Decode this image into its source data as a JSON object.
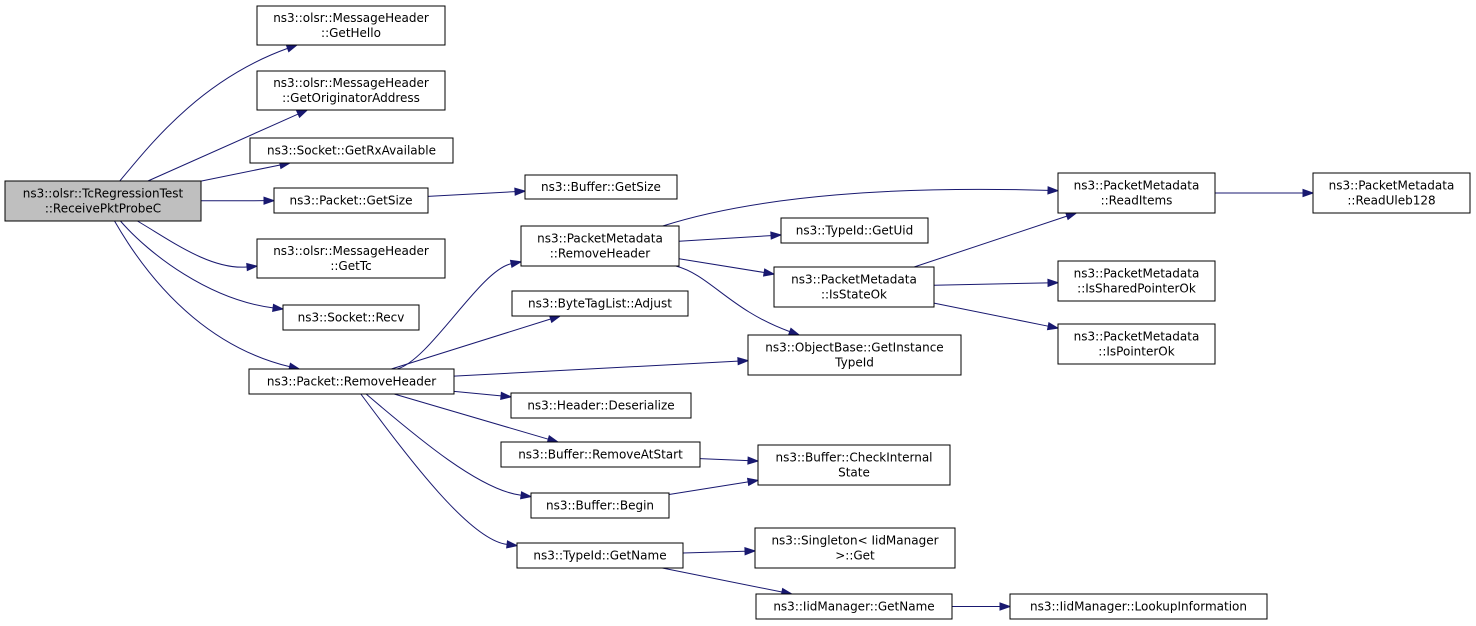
{
  "graph": {
    "nodes": [
      {
        "id": "root",
        "lines": [
          "ns3::olsr::TcRegressionTest",
          "::ReceivePktProbeC"
        ],
        "root": true
      },
      {
        "id": "gethello",
        "lines": [
          "ns3::olsr::MessageHeader",
          "::GetHello"
        ]
      },
      {
        "id": "getorig",
        "lines": [
          "ns3::olsr::MessageHeader",
          "::GetOriginatorAddress"
        ]
      },
      {
        "id": "getrx",
        "lines": [
          "ns3::Socket::GetRxAvailable"
        ]
      },
      {
        "id": "pktsize",
        "lines": [
          "ns3::Packet::GetSize"
        ]
      },
      {
        "id": "gettc",
        "lines": [
          "ns3::olsr::MessageHeader",
          "::GetTc"
        ]
      },
      {
        "id": "recv",
        "lines": [
          "ns3::Socket::Recv"
        ]
      },
      {
        "id": "pktremove",
        "lines": [
          "ns3::Packet::RemoveHeader"
        ]
      },
      {
        "id": "bufsize",
        "lines": [
          "ns3::Buffer::GetSize"
        ]
      },
      {
        "id": "pmremove",
        "lines": [
          "ns3::PacketMetadata",
          "::RemoveHeader"
        ]
      },
      {
        "id": "adjust",
        "lines": [
          "ns3::ByteTagList::Adjust"
        ]
      },
      {
        "id": "deser",
        "lines": [
          "ns3::Header::Deserialize"
        ]
      },
      {
        "id": "rmstart",
        "lines": [
          "ns3::Buffer::RemoveAtStart"
        ]
      },
      {
        "id": "begin",
        "lines": [
          "ns3::Buffer::Begin"
        ]
      },
      {
        "id": "tidname",
        "lines": [
          "ns3::TypeId::GetName"
        ]
      },
      {
        "id": "getuid",
        "lines": [
          "ns3::TypeId::GetUid"
        ]
      },
      {
        "id": "stateok",
        "lines": [
          "ns3::PacketMetadata",
          "::IsStateOk"
        ]
      },
      {
        "id": "instance",
        "lines": [
          "ns3::ObjectBase::GetInstance",
          "TypeId"
        ]
      },
      {
        "id": "checkint",
        "lines": [
          "ns3::Buffer::CheckInternal",
          "State"
        ]
      },
      {
        "id": "singleton",
        "lines": [
          "ns3::Singleton< IidManager",
          ">::Get"
        ]
      },
      {
        "id": "iidname",
        "lines": [
          "ns3::IidManager::GetName"
        ]
      },
      {
        "id": "readitems",
        "lines": [
          "ns3::PacketMetadata",
          "::ReadItems"
        ]
      },
      {
        "id": "shared",
        "lines": [
          "ns3::PacketMetadata",
          "::IsSharedPointerOk"
        ]
      },
      {
        "id": "pointer",
        "lines": [
          "ns3::PacketMetadata",
          "::IsPointerOk"
        ]
      },
      {
        "id": "lookup",
        "lines": [
          "ns3::IidManager::LookupInformation"
        ]
      },
      {
        "id": "uleb",
        "lines": [
          "ns3::PacketMetadata",
          "::ReadUleb128"
        ]
      }
    ],
    "edges": [
      {
        "from": "root",
        "to": "gethello"
      },
      {
        "from": "root",
        "to": "getorig"
      },
      {
        "from": "root",
        "to": "getrx"
      },
      {
        "from": "root",
        "to": "pktsize"
      },
      {
        "from": "root",
        "to": "gettc"
      },
      {
        "from": "root",
        "to": "recv"
      },
      {
        "from": "root",
        "to": "pktremove"
      },
      {
        "from": "pktsize",
        "to": "bufsize"
      },
      {
        "from": "pktremove",
        "to": "pmremove"
      },
      {
        "from": "pktremove",
        "to": "adjust"
      },
      {
        "from": "pktremove",
        "to": "instance"
      },
      {
        "from": "pktremove",
        "to": "deser"
      },
      {
        "from": "pktremove",
        "to": "rmstart"
      },
      {
        "from": "pktremove",
        "to": "begin"
      },
      {
        "from": "pktremove",
        "to": "tidname"
      },
      {
        "from": "pmremove",
        "to": "readitems"
      },
      {
        "from": "pmremove",
        "to": "getuid"
      },
      {
        "from": "pmremove",
        "to": "stateok"
      },
      {
        "from": "pmremove",
        "to": "instance"
      },
      {
        "from": "stateok",
        "to": "readitems"
      },
      {
        "from": "stateok",
        "to": "shared"
      },
      {
        "from": "stateok",
        "to": "pointer"
      },
      {
        "from": "readitems",
        "to": "uleb"
      },
      {
        "from": "rmstart",
        "to": "checkint"
      },
      {
        "from": "begin",
        "to": "checkint"
      },
      {
        "from": "tidname",
        "to": "singleton"
      },
      {
        "from": "tidname",
        "to": "iidname"
      },
      {
        "from": "iidname",
        "to": "lookup"
      }
    ],
    "colors": {
      "edge": "#191970",
      "root_fill": "#bfbfbf",
      "node_fill": "#ffffff",
      "node_stroke": "#000000"
    }
  }
}
